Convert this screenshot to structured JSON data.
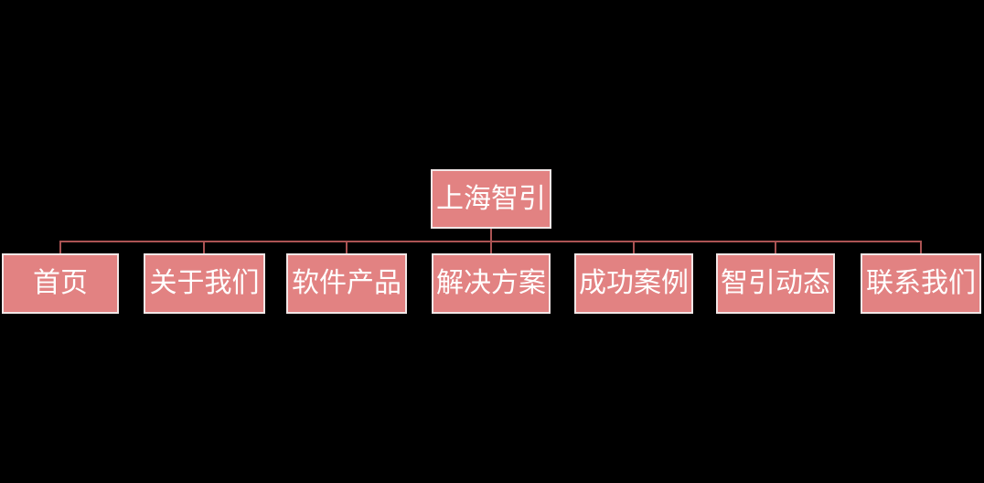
{
  "diagram": {
    "type": "org-chart-sitemap",
    "root": {
      "label": "上海智引"
    },
    "children": [
      {
        "label": "首页"
      },
      {
        "label": "关于我们"
      },
      {
        "label": "软件产品"
      },
      {
        "label": "解决方案"
      },
      {
        "label": "成功案例"
      },
      {
        "label": "智引动态"
      },
      {
        "label": "联系我们"
      }
    ],
    "colors": {
      "background": "#000000",
      "node_fill": "#e28282",
      "node_border": "#f1e7e7",
      "node_text": "#ffffff",
      "connector": "#ab5353"
    }
  }
}
